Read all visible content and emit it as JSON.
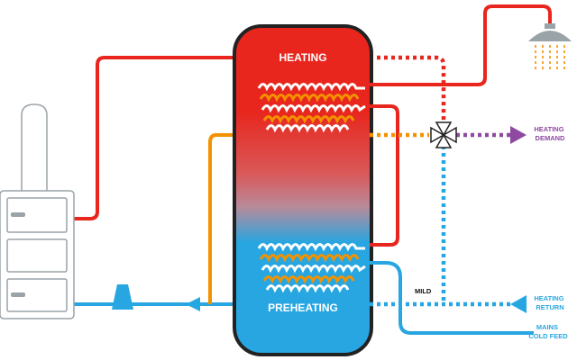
{
  "colors": {
    "hot": "#e8261d",
    "cold": "#27a6e1",
    "warm": "#f39200",
    "demand": "#8e4aa0",
    "outline": "#222222",
    "boiler_outline": "#9aa3a8"
  },
  "tank": {
    "top_label": "HEATING",
    "bottom_label": "PREHEATING"
  },
  "labels": {
    "heating_demand": [
      "HEATING",
      "DEMAND"
    ],
    "heating_return": [
      "HEATING",
      "RETURN"
    ],
    "mains_cold_feed": [
      "MAINS",
      "COLD FEED"
    ],
    "mild": "MILD"
  },
  "icons": {
    "shower": "shower-head-icon",
    "valve": "three-way-valve-icon",
    "pump": "pump-icon",
    "boiler": "boiler-icon"
  }
}
